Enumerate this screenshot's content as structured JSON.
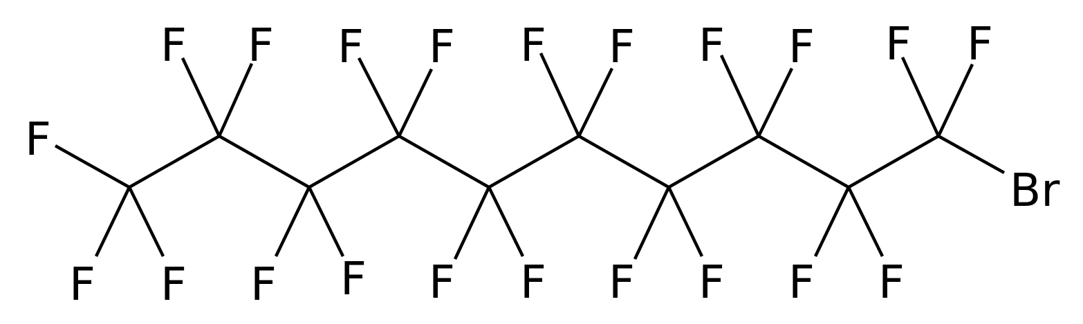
{
  "molecule": {
    "atom_labels": {
      "fluorine": "F",
      "bromine": "Br"
    },
    "carbon_chain_length": 10,
    "fluorine_count": 21,
    "bromine_count": 1,
    "colors": {
      "bond": "#000000",
      "label": "#000000",
      "background": "#ffffff"
    }
  }
}
